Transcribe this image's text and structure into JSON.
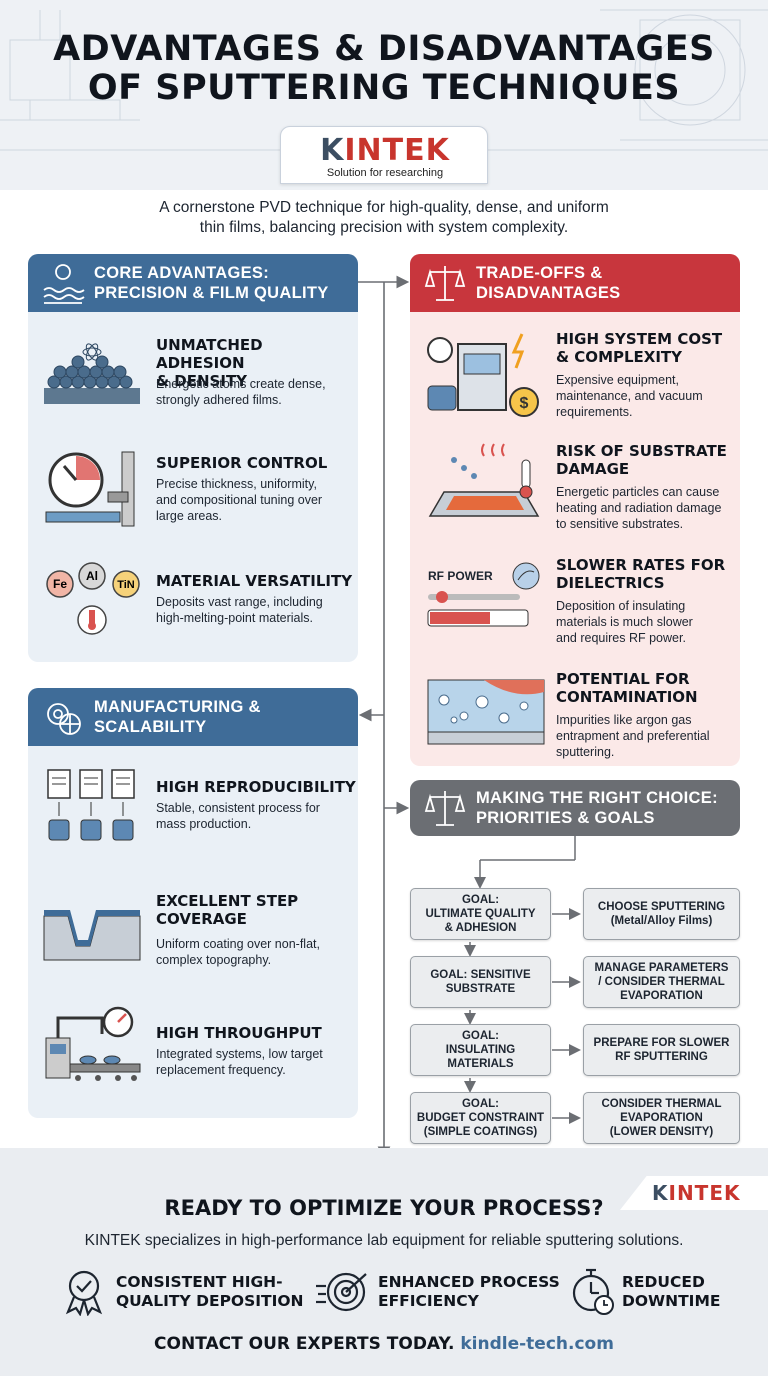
{
  "header": {
    "title_line1": "ADVANTAGES & DISADVANTAGES",
    "title_line2": "OF SPUTTERING TECHNIQUES",
    "logo_k": "K",
    "logo_rest": "INTEK",
    "logo_tagline": "Solution for researching"
  },
  "intro_line1": "A cornerstone PVD technique for high-quality, dense, and uniform",
  "intro_line2": "thin films, balancing precision with system complexity.",
  "advantages": {
    "header_line1": "CORE ADVANTAGES:",
    "header_line2": "PRECISION & FILM QUALITY",
    "items": [
      {
        "title_1": "UNMATCHED ADHESION",
        "title_2": "& DENSITY",
        "desc_1": "Energetic atoms create dense,",
        "desc_2": "strongly adhered films."
      },
      {
        "title_1": "SUPERIOR CONTROL",
        "desc_1": "Precise thickness, uniformity,",
        "desc_2": "and compositional tuning over",
        "desc_3": "large areas."
      },
      {
        "title_1": "MATERIAL VERSATILITY",
        "desc_1": "Deposits vast range, including",
        "desc_2": "high-melting-point materials.",
        "labels": [
          "Fe",
          "Al",
          "TiN"
        ]
      }
    ]
  },
  "manufacturing": {
    "header_line1": "MANUFACTURING &",
    "header_line2": "SCALABILITY",
    "items": [
      {
        "title_1": "HIGH REPRODUCIBILITY",
        "desc_1": "Stable, consistent process for",
        "desc_2": "mass production."
      },
      {
        "title_1": "EXCELLENT STEP",
        "title_2": "COVERAGE",
        "desc_1": "Uniform coating over non-flat,",
        "desc_2": "complex topography."
      },
      {
        "title_1": "HIGH THROUGHPUT",
        "desc_1": "Integrated systems, low target",
        "desc_2": "replacement frequency."
      }
    ]
  },
  "tradeoffs": {
    "header_line1": "TRADE-OFFS &",
    "header_line2": "DISADVANTAGES",
    "items": [
      {
        "title_1": "HIGH SYSTEM COST",
        "title_2": "& COMPLEXITY",
        "desc_1": "Expensive equipment,",
        "desc_2": "maintenance, and vacuum",
        "desc_3": "requirements."
      },
      {
        "title_1": "RISK OF SUBSTRATE",
        "title_2": "DAMAGE",
        "desc_1": "Energetic particles can cause",
        "desc_2": "heating and radiation damage",
        "desc_3": "to sensitive substrates."
      },
      {
        "title_1": "SLOWER RATES FOR",
        "title_2": "DIELECTRICS",
        "desc_1": "Deposition of insulating",
        "desc_2": "materials is much slower",
        "desc_3": "and requires RF power.",
        "label": "RF POWER"
      },
      {
        "title_1": "POTENTIAL FOR",
        "title_2": "CONTAMINATION",
        "desc_1": "Impurities like argon gas",
        "desc_2": "entrapment and preferential",
        "desc_3": "sputtering."
      }
    ]
  },
  "choice": {
    "header_line1": "MAKING THE RIGHT CHOICE:",
    "header_line2": "PRIORITIES & GOALS",
    "rows": [
      {
        "goal_1": "GOAL:",
        "goal_2": "ULTIMATE QUALITY",
        "goal_3": "& ADHESION",
        "choice_1": "CHOOSE SPUTTERING",
        "choice_2": "(Metal/Alloy Films)"
      },
      {
        "goal_1": "GOAL: SENSITIVE",
        "goal_2": "SUBSTRATE",
        "choice_1": "MANAGE PARAMETERS",
        "choice_2": "/ CONSIDER THERMAL",
        "choice_3": "EVAPORATION"
      },
      {
        "goal_1": "GOAL:",
        "goal_2": "INSULATING",
        "goal_3": "MATERIALS",
        "choice_1": "PREPARE FOR SLOWER",
        "choice_2": "RF SPUTTERING"
      },
      {
        "goal_1": "GOAL:",
        "goal_2": "BUDGET CONSTRAINT",
        "goal_3": "(SIMPLE COATINGS)",
        "choice_1": "CONSIDER THERMAL",
        "choice_2": "EVAPORATION",
        "choice_3": "(LOWER DENSITY)"
      }
    ]
  },
  "footer": {
    "title": "READY TO OPTIMIZE YOUR PROCESS?",
    "subtitle": "KINTEK specializes in high-performance lab equipment for reliable sputtering solutions.",
    "features": [
      {
        "line1": "CONSISTENT HIGH-",
        "line2": "QUALITY DEPOSITION"
      },
      {
        "line1": "ENHANCED PROCESS",
        "line2": "EFFICIENCY"
      },
      {
        "line1": "REDUCED",
        "line2": "DOWNTIME"
      }
    ],
    "contact": "CONTACT OUR EXPERTS TODAY.",
    "link": "kindle-tech.com",
    "logo_k": "K",
    "logo_rest": "INTEK"
  },
  "colors": {
    "blue": "#3f6c98",
    "red": "#c8363d",
    "gray": "#6b6e73",
    "light_blue": "#eaf0f6",
    "light_red": "#fbe9e8"
  }
}
